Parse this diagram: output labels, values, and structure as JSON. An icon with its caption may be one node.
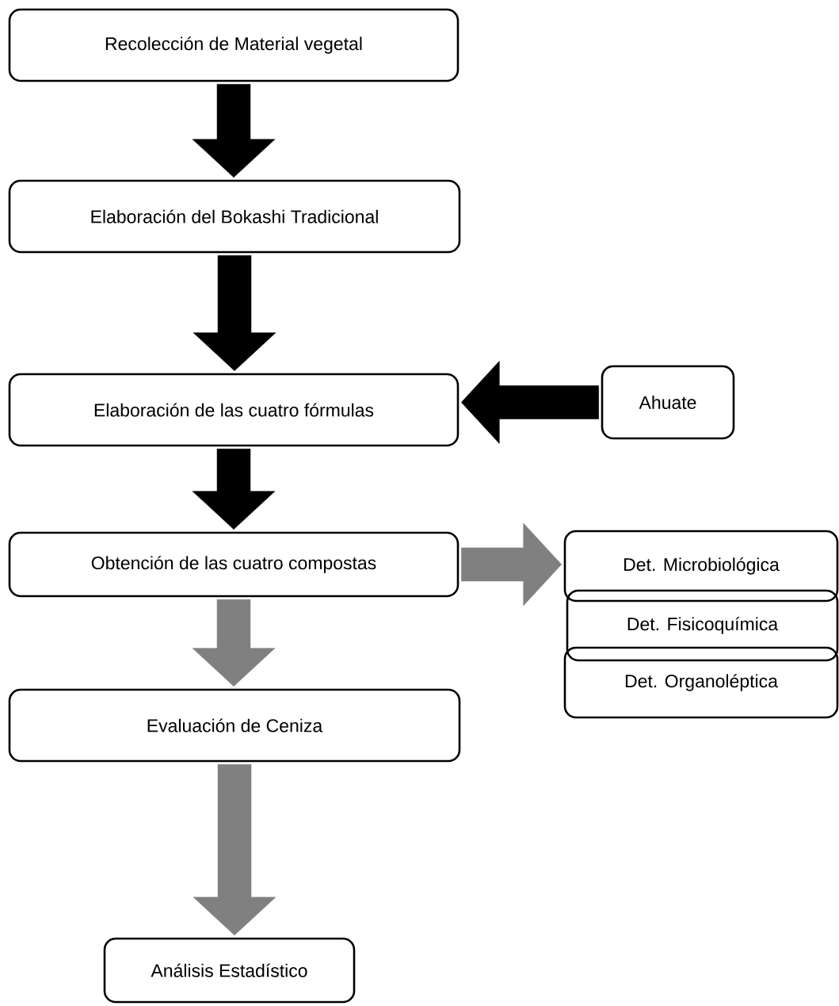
{
  "diagram": {
    "nodes": [
      {
        "text": [
          "Recolección de Material vegetal"
        ]
      },
      {
        "text": [
          "Elaboración del Bokashi Tradicional"
        ]
      },
      {
        "text": [
          "Elaboración de las cuatro fórmulas"
        ]
      },
      {
        "text": [
          "Ahuate"
        ]
      },
      {
        "text": [
          "Obtención de las cuatro compostas"
        ]
      },
      {
        "text": [
          "Det. Microbiológica"
        ]
      },
      {
        "text": [
          "Det. Fisicoquímica"
        ]
      },
      {
        "text": [
          "Det. Organoléptica"
        ]
      },
      {
        "text": [
          "Evaluación de Ceniza"
        ]
      },
      {
        "text": [
          "Análisis Estadístico"
        ]
      }
    ],
    "edges": [
      {
        "from": 0,
        "to": 1,
        "arrow": "to"
      },
      {
        "from": 1,
        "to": 2,
        "arrow": "to"
      },
      {
        "from": 3,
        "to": 2,
        "arrow": "to"
      },
      {
        "from": 2,
        "to": 4,
        "arrow": "to"
      },
      {
        "from": 4,
        "to": 5,
        "arrow": "to",
        "color": "#808080"
      },
      {
        "from": 4,
        "to": 8,
        "arrow": "to",
        "color": "#808080"
      },
      {
        "from": 8,
        "to": 9,
        "arrow": "to",
        "color": "#808080"
      }
    ]
  }
}
